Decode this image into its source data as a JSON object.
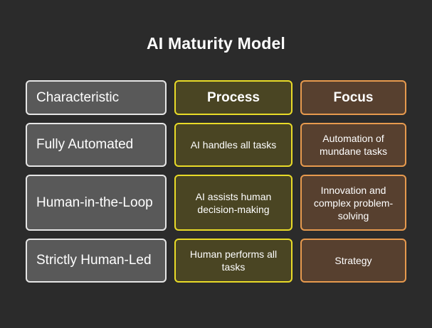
{
  "title": "AI Maturity Model",
  "headers": {
    "characteristic": "Characteristic",
    "process": "Process",
    "focus": "Focus"
  },
  "rows": [
    {
      "characteristic": "Fully Automated",
      "process": "AI handles all tasks",
      "focus": "Automation of mundane tasks"
    },
    {
      "characteristic": "Human-in-the-Loop",
      "process": "AI assists human decision-making",
      "focus": "Innovation and complex problem-solving"
    },
    {
      "characteristic": "Strictly Human-Led",
      "process": "Human performs all tasks",
      "focus": "Strategy"
    }
  ],
  "colors": {
    "background": "#2b2b2b",
    "characteristic_fill": "#595959",
    "characteristic_border": "#e6e6e6",
    "process_fill": "#4a4523",
    "process_border": "#e9db28",
    "focus_fill": "#57402f",
    "focus_border": "#e79a4e"
  }
}
